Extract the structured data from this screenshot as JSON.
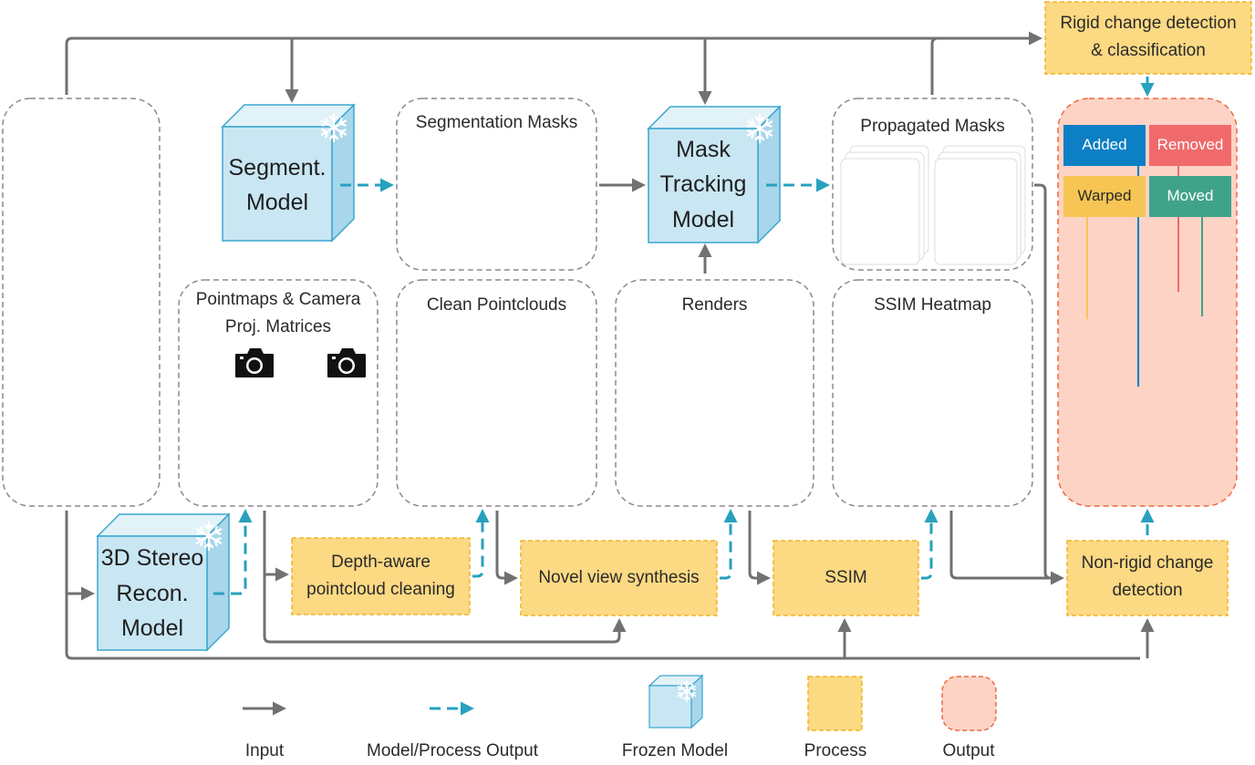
{
  "boxes": {
    "segmentation_masks": "Segmentation Masks",
    "propagated_masks": "Propagated Masks",
    "pointmaps_line1": "Pointmaps & Camera",
    "pointmaps_line2": "Proj. Matrices",
    "clean_pointclouds": "Clean Pointclouds",
    "renders": "Renders",
    "ssim_heatmap": "SSIM Heatmap"
  },
  "models": {
    "segment_line1": "Segment.",
    "segment_line2": "Model",
    "tracking_line1": "Mask",
    "tracking_line2": "Tracking",
    "tracking_line3": "Model",
    "stereo_line1": "3D Stereo",
    "stereo_line2": "Recon.",
    "stereo_line3": "Model"
  },
  "processes": {
    "rigid_line1": "Rigid change detection",
    "rigid_line2": "& classification",
    "depth_line1": "Depth-aware",
    "depth_line2": "pointcloud cleaning",
    "novel_view": "Novel view synthesis",
    "ssim": "SSIM",
    "nonrigid_line1": "Non-rigid change",
    "nonrigid_line2": "detection"
  },
  "categories": {
    "added": "Added",
    "removed": "Removed",
    "warped": "Warped",
    "moved": "Moved"
  },
  "legend": {
    "input": "Input",
    "output": "Model/Process Output",
    "frozen": "Frozen Model",
    "process": "Process",
    "final_output": "Output"
  },
  "colors": {
    "input_arrow": "#717171",
    "output_arrow": "#27a1bd",
    "cube_fill": "#c9e6f3",
    "cube_stroke": "#3aa6cf",
    "process_fill": "#fcd983",
    "process_stroke": "#f0b429",
    "output_fill": "#fdd3c6",
    "output_stroke": "#ee6a3c",
    "added": "#0d7fc5",
    "removed": "#f06a6b",
    "warped": "#f6c554",
    "moved": "#3fa38a"
  },
  "icons": [
    "camera-icon",
    "snowflake-icon"
  ]
}
